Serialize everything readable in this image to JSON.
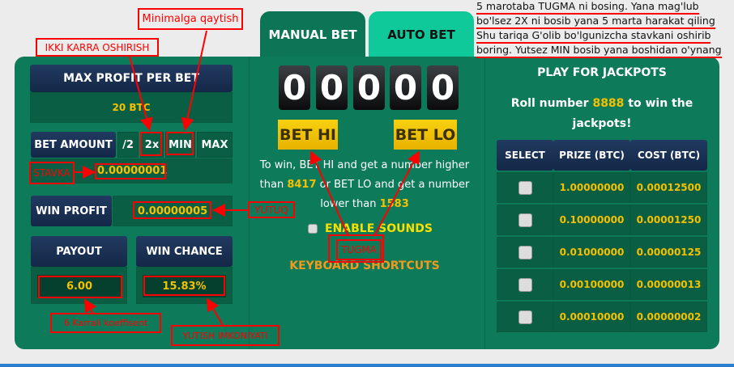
{
  "tabs": {
    "manual": "MANUAL BET",
    "auto": "AUTO BET"
  },
  "left": {
    "max_profit_label": "MAX PROFIT PER BET",
    "max_profit_value": "20 BTC",
    "bet_amount_label": "BET AMOUNT",
    "half": "/2",
    "double": "2x",
    "min": "MIN",
    "max": "MAX",
    "bet_amount_value": "0.00000001",
    "win_profit_label": "WIN PROFIT",
    "win_profit_value": "0.00000005",
    "payout_label": "PAYOUT",
    "payout_value": "6.00",
    "win_chance_label": "WIN CHANCE",
    "win_chance_value": "15.83%"
  },
  "middle": {
    "digits": [
      "0",
      "0",
      "0",
      "0",
      "0"
    ],
    "bet_hi": "BET HI",
    "bet_lo": "BET LO",
    "line1": "To win, BET HI and get a number higher",
    "line2a": "than ",
    "hi_number": "8417",
    "line2b": " or BET LO and get a number",
    "line3a": "lower than ",
    "lo_number": "1583",
    "enable_sounds": "ENABLE SOUNDS",
    "keyboard_shortcuts": "KEYBOARD SHORTCUTS"
  },
  "jackpot": {
    "title": "PLAY FOR JACKPOTS",
    "roll_a": "Roll number ",
    "roll_number": "8888",
    "roll_b": " to win the",
    "roll_c": "jackpots!",
    "headers": [
      "SELECT",
      "PRIZE (BTC)",
      "COST (BTC)"
    ],
    "rows": [
      {
        "prize": "1.00000000",
        "cost": "0.00012500"
      },
      {
        "prize": "0.10000000",
        "cost": "0.00001250"
      },
      {
        "prize": "0.01000000",
        "cost": "0.00000125"
      },
      {
        "prize": "0.00100000",
        "cost": "0.00000013"
      },
      {
        "prize": "0.00010000",
        "cost": "0.00000002"
      }
    ]
  },
  "annotations": {
    "minimal": "Minimalga qaytish",
    "ikki": "IKKI KARRA OSHIRISH",
    "stavka": "STAVKA",
    "yutuq": "YUTUQ",
    "koef": "6 Karrali koeffisent",
    "imkoniyat": "YUTISH IMKONIYATI",
    "tugma": "TUGMA",
    "notes": [
      "5 marotaba TUGMA ni bosing. Yana mag'lub",
      " bo'lsez 2X ni bosib yana 5 marta harakat qiling",
      "Shu tariqa G'olib bo'lgunizcha stavkani oshirib",
      " boring. Yutsez MIN bosib yana boshidan o'ynang"
    ]
  }
}
